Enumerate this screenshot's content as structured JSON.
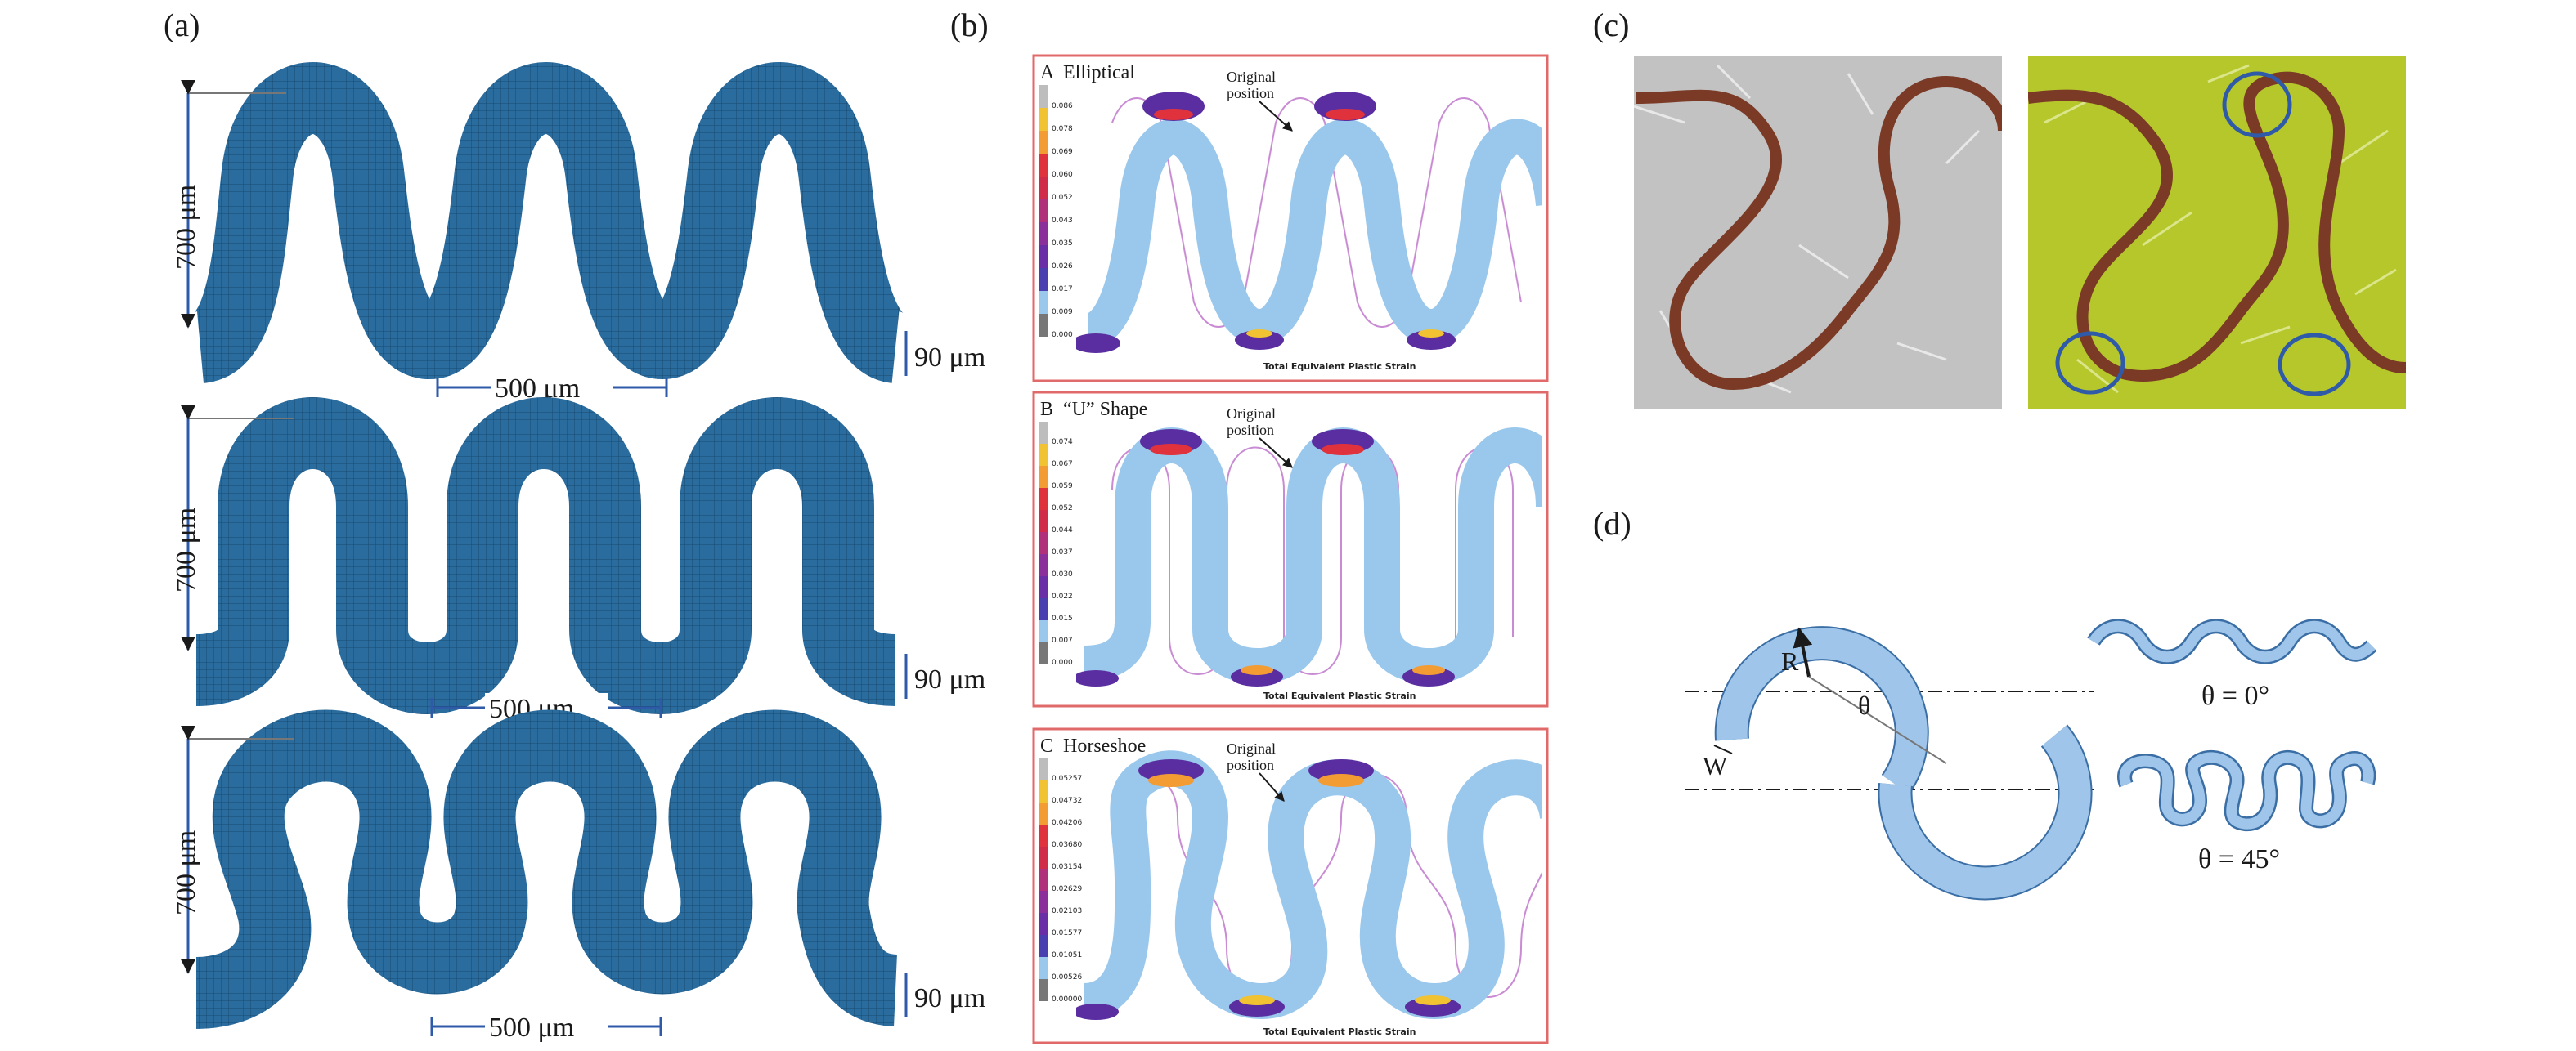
{
  "colors": {
    "mesh_blue": "#2b6c9e",
    "mesh_dark": "#1f5683",
    "sim_fill": "#9ac8ec",
    "sim_outline": "#c98bd3",
    "frame_red": "#e06a6a",
    "stretch_purple": "#5a2ea0",
    "stretch_red": "#e0323c",
    "stretch_yellow": "#f1c232",
    "photo_grey": "#c2c2c2",
    "photo_green": "#b6c72c",
    "track_brown": "#7a3a26",
    "circle_blue": "#2f5aa8",
    "diagram_fill": "#9fc6ea",
    "diagram_stroke": "#3a6ea5"
  },
  "panel_a": {
    "label": "(a)",
    "meshes": [
      {
        "height_label": "700 μm",
        "width_label": "90 μm",
        "period_label": "500 μm"
      },
      {
        "height_label": "700 μm",
        "width_label": "90 μm",
        "period_label": "500 μm"
      },
      {
        "height_label": "700 μm",
        "width_label": "90 μm",
        "period_label": "500 μm"
      }
    ]
  },
  "panel_b": {
    "label": "(b)",
    "subpanels": [
      {
        "letter": "A",
        "title": "Elliptical",
        "annotation": [
          "Original",
          "position"
        ],
        "footer": "Total Equivalent Plastic Strain",
        "scale": [
          "0.086",
          "0.078",
          "0.069",
          "0.060",
          "0.052",
          "0.043",
          "0.035",
          "0.026",
          "0.017",
          "0.009",
          "0.000"
        ]
      },
      {
        "letter": "B",
        "title": "“U” Shape",
        "annotation": [
          "Original",
          "position"
        ],
        "footer": "Total Equivalent Plastic Strain",
        "scale": [
          "0.074",
          "0.067",
          "0.059",
          "0.052",
          "0.044",
          "0.037",
          "0.030",
          "0.022",
          "0.015",
          "0.007",
          "0.000"
        ]
      },
      {
        "letter": "C",
        "title": "Horseshoe",
        "annotation": [
          "Original",
          "position"
        ],
        "footer": "Total Equivalent Plastic Strain",
        "scale": [
          "0.05257",
          "0.04732",
          "0.04206",
          "0.03680",
          "0.03154",
          "0.02629",
          "0.02103",
          "0.01577",
          "0.01051",
          "0.00526",
          "0.00000"
        ]
      }
    ]
  },
  "panel_c": {
    "label": "(c)"
  },
  "panel_d": {
    "label": "(d)",
    "r_label": "R",
    "theta_label": "θ",
    "w_label": "W",
    "example_1": "θ = 0°",
    "example_2": "θ = 45°"
  }
}
